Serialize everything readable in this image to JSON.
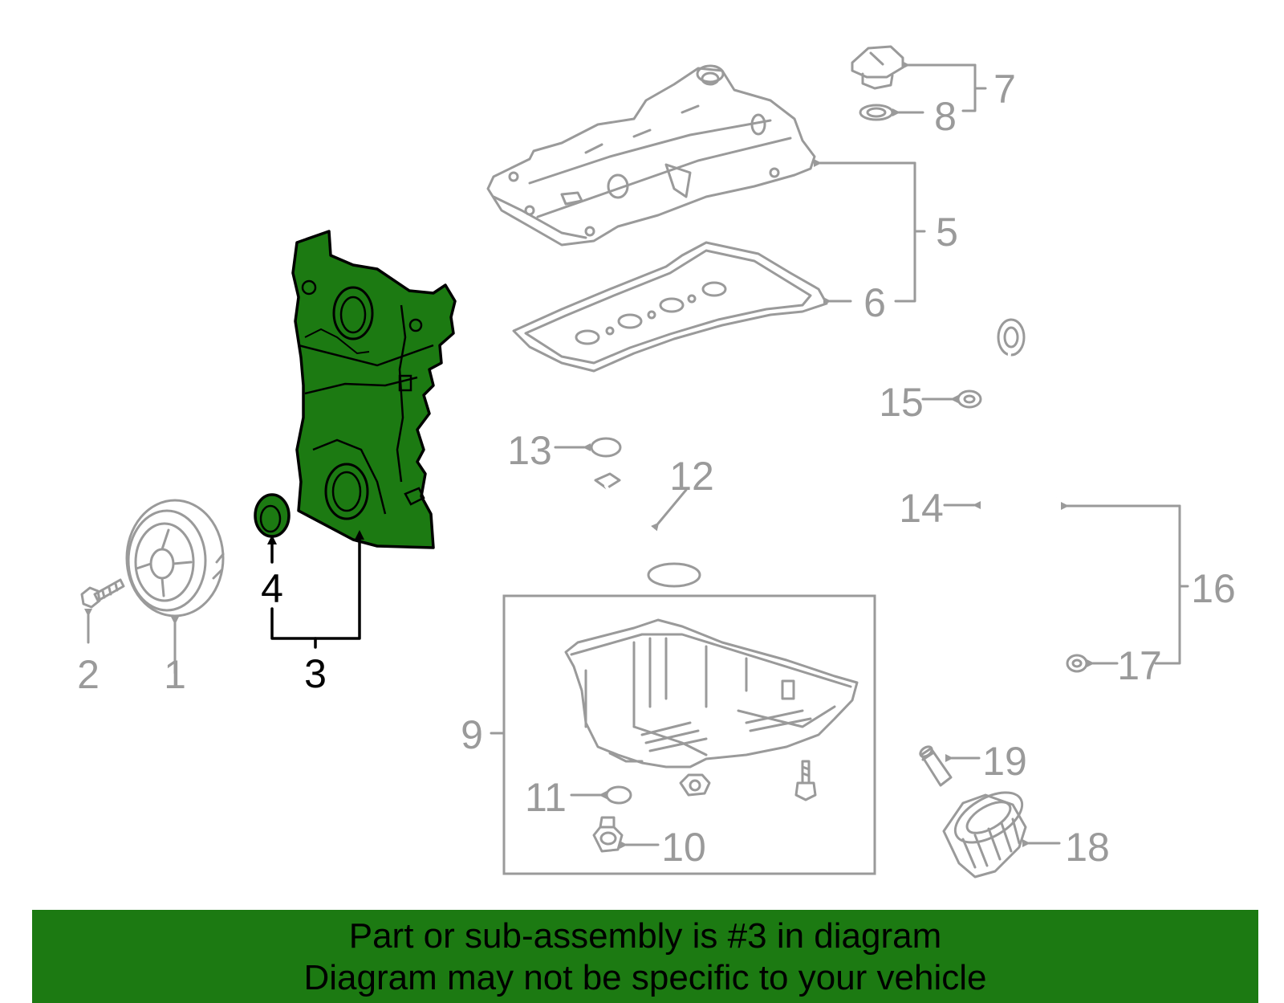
{
  "diagram": {
    "labels": {
      "1": "1",
      "2": "2",
      "3": "3",
      "4": "4",
      "5": "5",
      "6": "6",
      "7": "7",
      "8": "8",
      "9": "9",
      "10": "10",
      "11": "11",
      "12": "12",
      "13": "13",
      "14": "14",
      "15": "15",
      "16": "16",
      "17": "17",
      "18": "18",
      "19": "19"
    },
    "highlighted_part": "3",
    "colors": {
      "highlight": "#1c7a12",
      "line": "#9a9a9a",
      "highlight_line": "#000000"
    }
  },
  "banner": {
    "line1": "Part or sub-assembly is #3 in diagram",
    "line2": "Diagram may not be specific to your vehicle",
    "color": "#1c7a12"
  }
}
